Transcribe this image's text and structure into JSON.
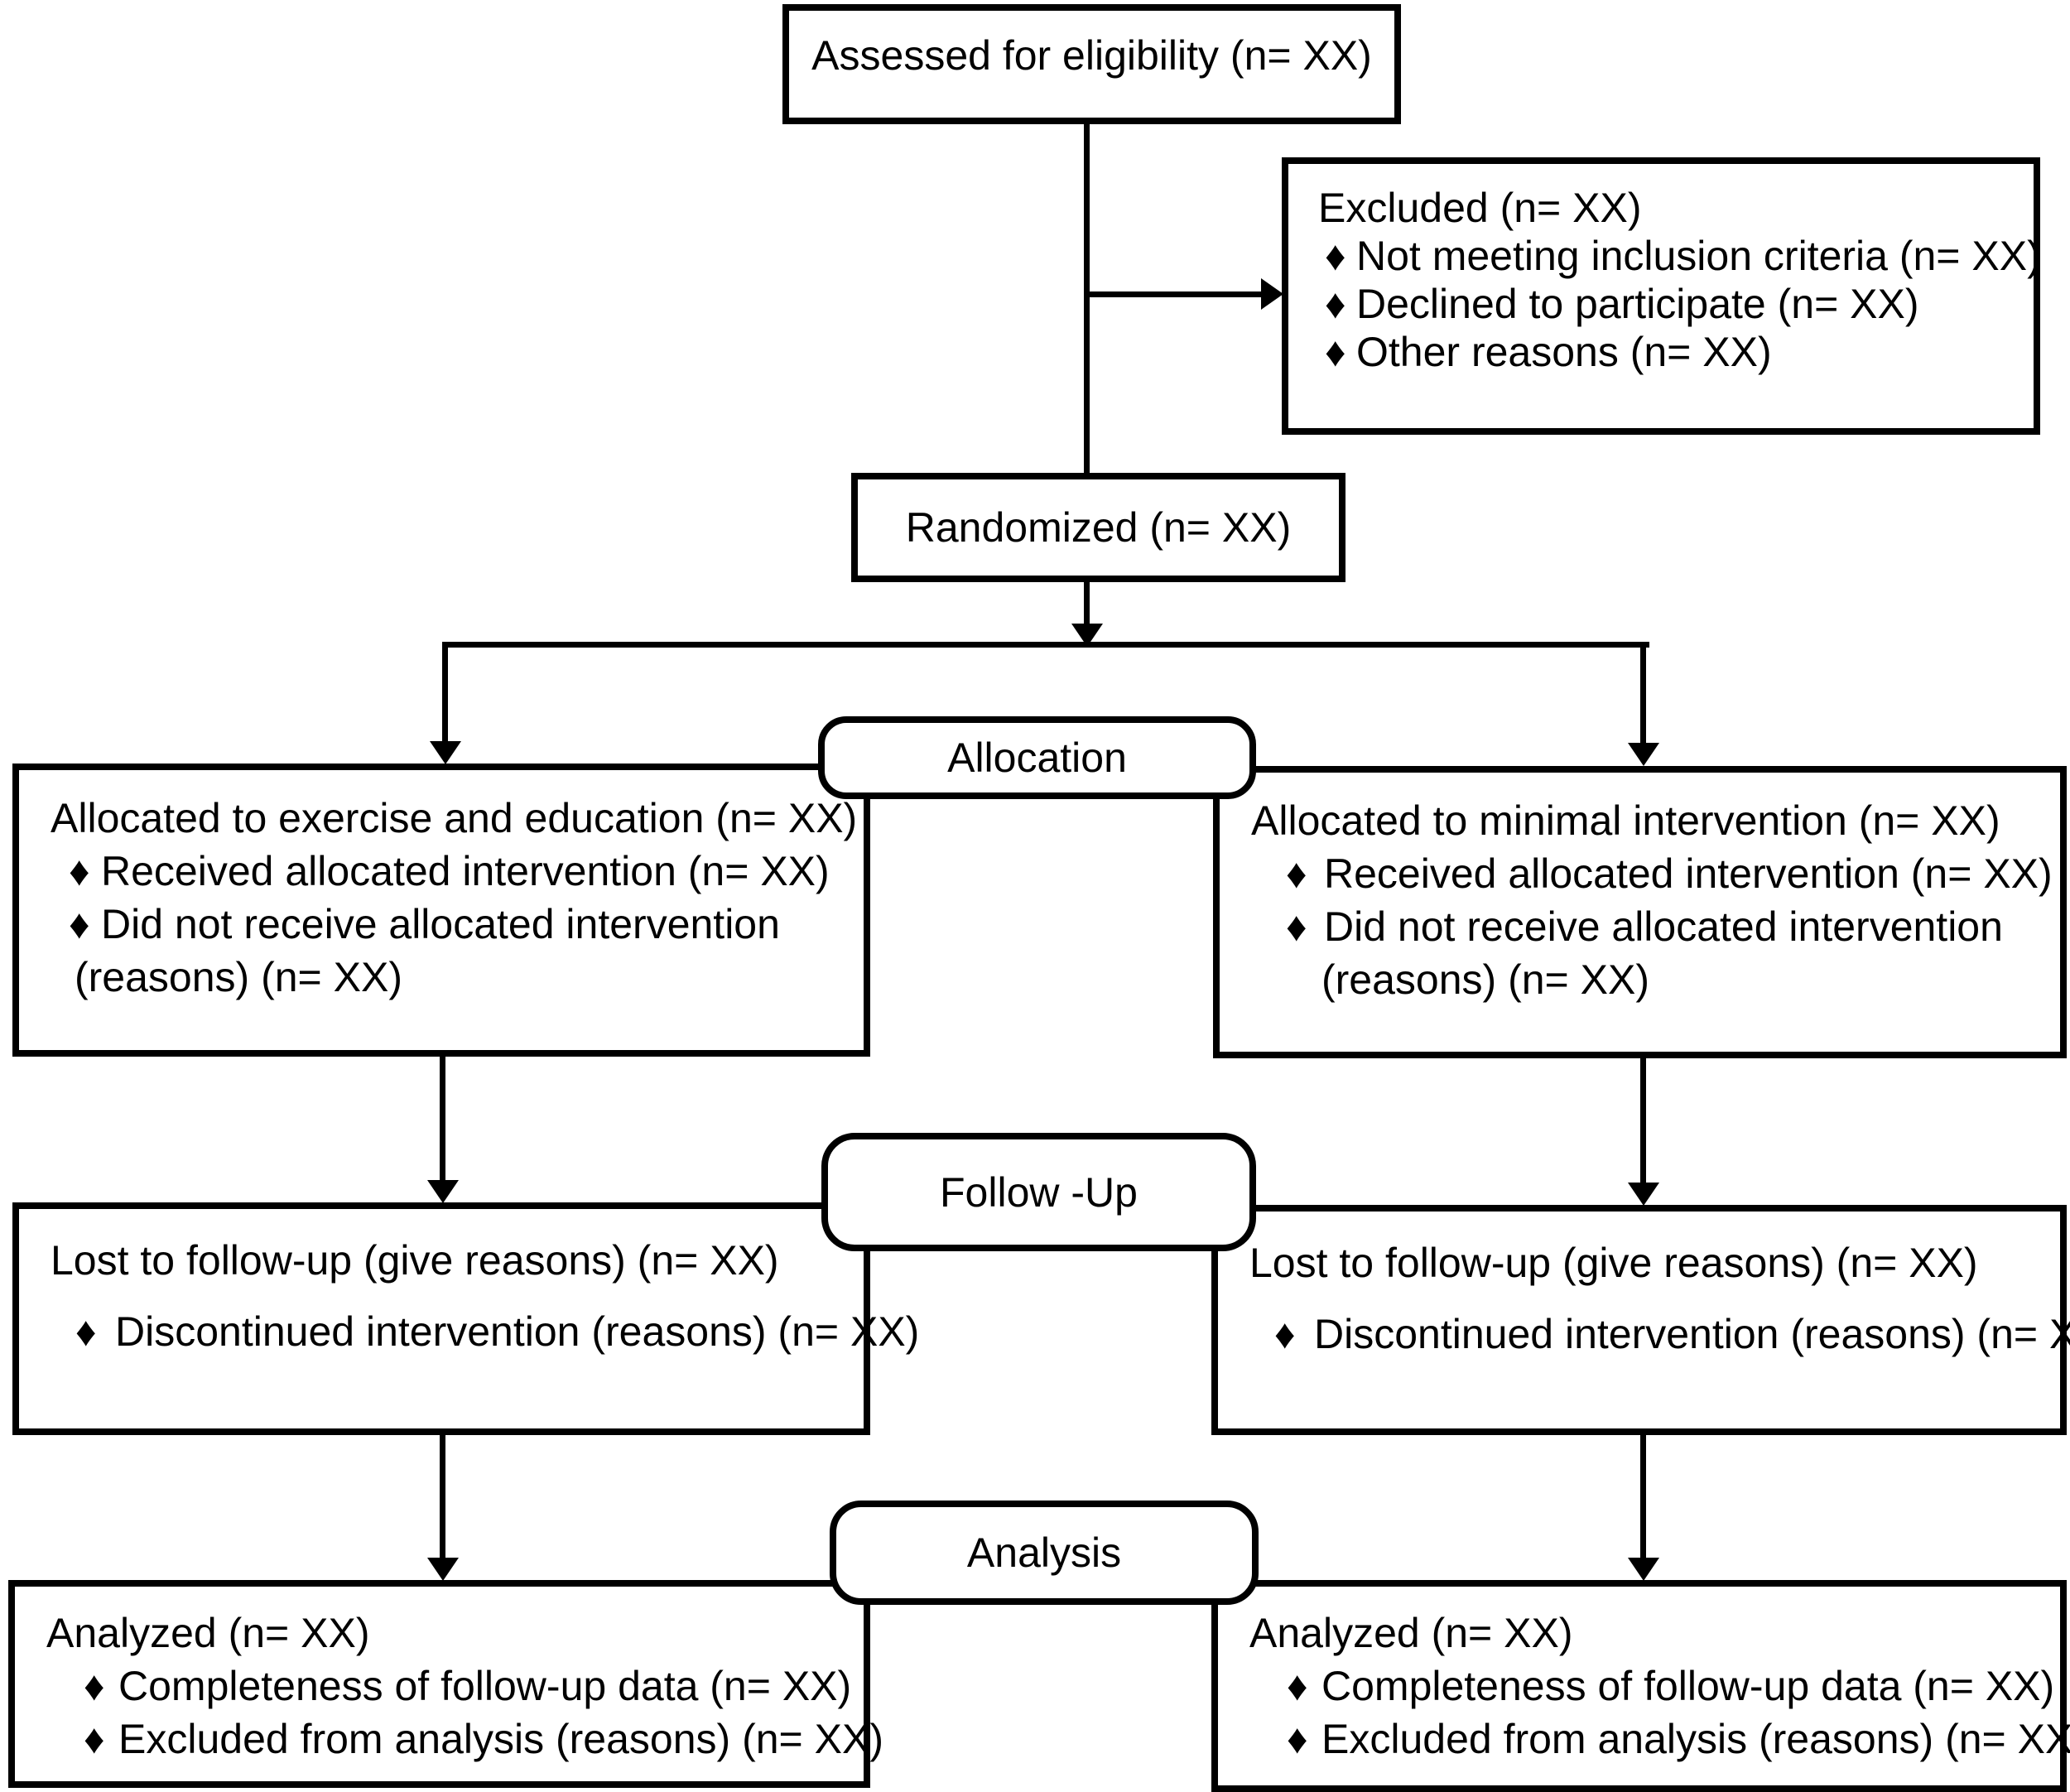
{
  "glyphs": {
    "bullet": "♦"
  },
  "colors": {
    "ink": "#000000",
    "background": "#ffffff"
  },
  "boxes": {
    "assessed": {
      "text": "Assessed for eligibility (n= XX)"
    },
    "excluded": {
      "title": "Excluded (n= XX)",
      "items": [
        "Not meeting inclusion criteria (n= XX)",
        "Declined to participate (n= XX)",
        "Other reasons (n= XX)"
      ]
    },
    "randomized": {
      "text": "Randomized (n= XX)"
    },
    "stages": {
      "allocation": "Allocation",
      "followup": "Follow -Up",
      "analysis": "Analysis"
    },
    "allocation_left": {
      "title": "Allocated to exercise and education (n= XX)",
      "items": [
        "Received allocated intervention (n= XX)",
        "Did not receive allocated intervention"
      ],
      "continuation": "(reasons) (n= XX)"
    },
    "allocation_right": {
      "title": "Allocated to minimal intervention (n= XX)",
      "items": [
        "Received allocated intervention (n= XX)",
        "Did not receive allocated intervention"
      ],
      "continuation": "(reasons) (n= XX)"
    },
    "followup_left": {
      "title": "Lost to follow-up (give reasons) (n= XX)",
      "items": [
        "Discontinued intervention (reasons) (n= XX)"
      ]
    },
    "followup_right": {
      "title": "Lost to follow-up (give reasons) (n= XX)",
      "items": [
        "Discontinued intervention (reasons) (n= XX)"
      ]
    },
    "analysis_left": {
      "title": "Analyzed (n= XX)",
      "items": [
        "Completeness of follow-up data (n= XX)",
        "Excluded from analysis (reasons) (n= XX)"
      ]
    },
    "analysis_right": {
      "title": "Analyzed (n= XX)",
      "items": [
        "Completeness of follow-up data (n= XX)",
        "Excluded from analysis (reasons) (n= XX)"
      ]
    }
  }
}
